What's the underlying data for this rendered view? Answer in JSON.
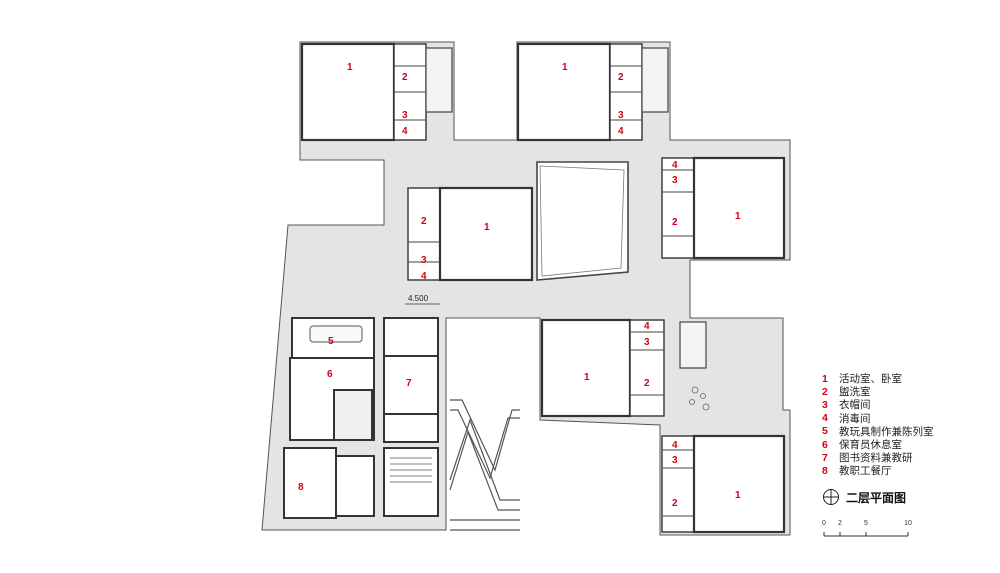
{
  "plan": {
    "elevation": "4.500",
    "room_numbers": [
      "1",
      "2",
      "3",
      "4",
      "5",
      "6",
      "7",
      "8"
    ],
    "title": "二层平面图"
  },
  "legend": [
    {
      "num": "1",
      "label": "活动室、卧室"
    },
    {
      "num": "2",
      "label": "盥洗室"
    },
    {
      "num": "3",
      "label": "衣帽间"
    },
    {
      "num": "4",
      "label": "消毒间"
    },
    {
      "num": "5",
      "label": "教玩具制作兼陈列室"
    },
    {
      "num": "6",
      "label": "保育员休息室"
    },
    {
      "num": "7",
      "label": "图书资料兼教研"
    },
    {
      "num": "8",
      "label": "教职工餐厅"
    }
  ],
  "scale_bar": {
    "labels": [
      "0",
      "2",
      "5",
      "10"
    ],
    "values": [
      0,
      2,
      5,
      10
    ]
  },
  "colors": {
    "floor": "#e3e3e3",
    "wall": "#3a3a3a",
    "label": "#d0021b"
  }
}
